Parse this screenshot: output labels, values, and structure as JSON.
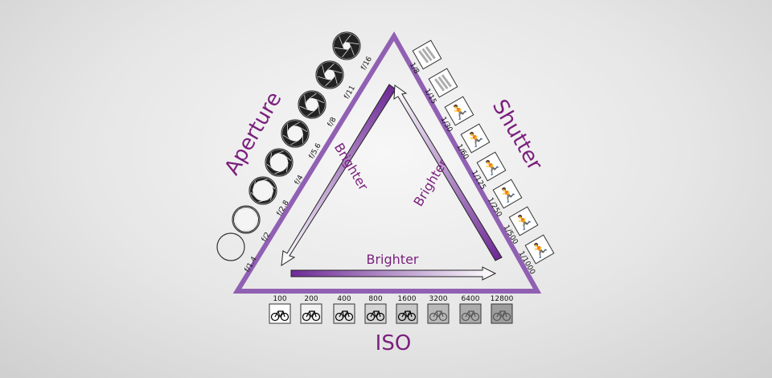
{
  "colors": {
    "triangle": "#9060b3",
    "text_purple": "#7a1f7d",
    "arrow_dark": "#6e2a96"
  },
  "aperture": {
    "title": "Aperture",
    "stops": [
      "f/1.4",
      "f/2",
      "f/2.8",
      "f/4",
      "f/5.6",
      "f/8",
      "f/11",
      "f/16"
    ]
  },
  "shutter": {
    "title": "Shutter",
    "speeds": [
      "1/8",
      "1/15",
      "1/30",
      "1/60",
      "1/125",
      "1/250",
      "1/500",
      "1/1000"
    ]
  },
  "iso": {
    "title": "ISO",
    "values": [
      "100",
      "200",
      "400",
      "800",
      "1600",
      "3200",
      "6400",
      "12800"
    ]
  },
  "arrows": {
    "left": "Brighter",
    "right": "Brighter",
    "bottom": "Brighter"
  },
  "icons": {
    "aperture": "aperture-blade-icon",
    "shutter": "running-person-icon",
    "iso": "bicycle-icon"
  }
}
